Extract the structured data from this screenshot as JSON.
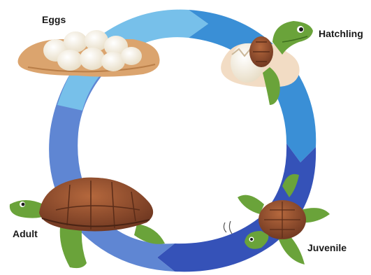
{
  "diagram": {
    "stages": [
      {
        "id": "eggs",
        "label": "Eggs"
      },
      {
        "id": "hatchling",
        "label": "Hatchling"
      },
      {
        "id": "juvenile",
        "label": "Juvenile"
      },
      {
        "id": "adult",
        "label": "Adult"
      }
    ],
    "colors": {
      "arrow_light": "#77c0ea",
      "arrow_mid": "#3a8fd6",
      "arrow_dark": "#3552b8",
      "sand": "#dba46e",
      "egg": "#f4efe2",
      "shell": "#8a4a2c",
      "turtle_skin": "#6aa33a"
    }
  }
}
